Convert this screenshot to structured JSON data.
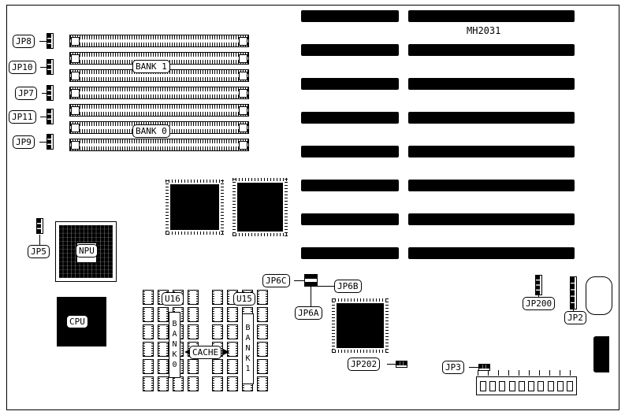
{
  "board": {
    "model": "MH2031"
  },
  "memory": {
    "bank1": "BANK 1",
    "bank0": "BANK 0"
  },
  "jumpers": {
    "jp8": "JP8",
    "jp10": "JP10",
    "jp7": "JP7",
    "jp11": "JP11",
    "jp9": "JP9",
    "jp5": "JP5",
    "jp6c": "JP6C",
    "jp6b": "JP6B",
    "jp6a": "JP6A",
    "jp200": "JP200",
    "jp2": "JP2",
    "jp202": "JP202",
    "jp3": "JP3"
  },
  "chips": {
    "npu": "NPU",
    "cpu": "CPU",
    "u16": "U16",
    "u15": "U15"
  },
  "cache": {
    "label": "CACHE",
    "bank0": "BANK0",
    "bank1": "BANK1"
  }
}
